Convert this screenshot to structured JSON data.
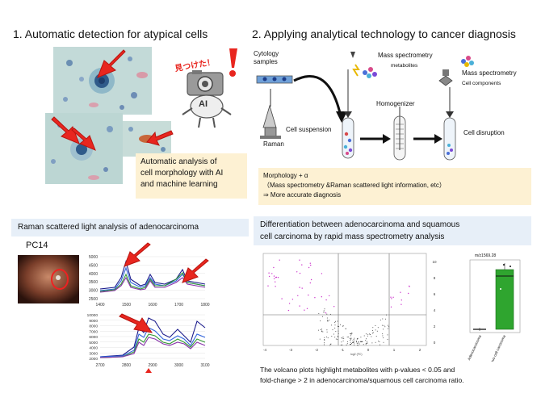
{
  "section1": {
    "heading": "1. Automatic detection for atypical cells",
    "speech_jp": "見つけた！",
    "robot_label": "AI",
    "caption_lines": [
      "Automatic analysis of",
      "cell morphology with AI",
      "and machine learning"
    ]
  },
  "section2": {
    "heading": "2. Applying analytical technology to cancer diagnosis",
    "labels": {
      "cytology": [
        "Cytology",
        "samples"
      ],
      "raman": "Raman",
      "ms_top": "Mass spectrometry",
      "metabolites": "metabolites",
      "ms_right": "Mass spectrometry",
      "cell_components": "Cell components",
      "homogenizer": "Homogenizer",
      "cell_suspension": "Cell suspension",
      "cell_disruption": "Cell disruption"
    },
    "summary_lines": [
      "Morphology + α",
      "（Mass spectrometry  &Raman scattered light information, etc）",
      "⇒ More accurate diagnosis"
    ]
  },
  "section3": {
    "heading": "Raman scattered light analysis of adenocarcinoma",
    "sample_label": "PC14",
    "colors": {
      "navy": "#1a1a8c",
      "blue": "#3366dd",
      "green": "#339933",
      "purple": "#8833aa",
      "arrow": "#e8261f"
    },
    "chart_top": {
      "x_ticks": [
        "1400",
        "1500",
        "1600",
        "1700",
        "1800"
      ],
      "y_ticks": [
        "5000",
        "4500",
        "4000",
        "3500",
        "3000",
        "2500"
      ]
    },
    "chart_bottom": {
      "x_ticks": [
        "2700",
        "2800",
        "2900",
        "3000",
        "3100"
      ],
      "y_ticks": [
        "10000",
        "9000",
        "8000",
        "7000",
        "6000",
        "5000",
        "4000",
        "3000",
        "2000"
      ]
    }
  },
  "section4": {
    "heading_lines": [
      "Differentiation between adenocarcinoma and squamous",
      "cell carcinoma by rapid mass spectrometry analysis"
    ],
    "volcano": {
      "x_ticks": [
        "-4",
        "-3",
        "-2",
        "-1",
        "0",
        "1",
        "2"
      ],
      "y_ticks": [
        "10",
        "8",
        "6",
        "4",
        "2",
        "0"
      ],
      "x_label": "log2 (FC)"
    },
    "boxplot": {
      "title": "m/z1569.28",
      "cat_a": "Adenocarcinoma",
      "cat_b": "Squamous cell carcinoma",
      "green": "#2fa52f"
    },
    "caption_lines": [
      "The volcano plots highlight metabolites with p-values < 0.05 and",
      "fold-change > 2 in adenocarcinoma/squamous cell carcinoma ratio."
    ]
  }
}
